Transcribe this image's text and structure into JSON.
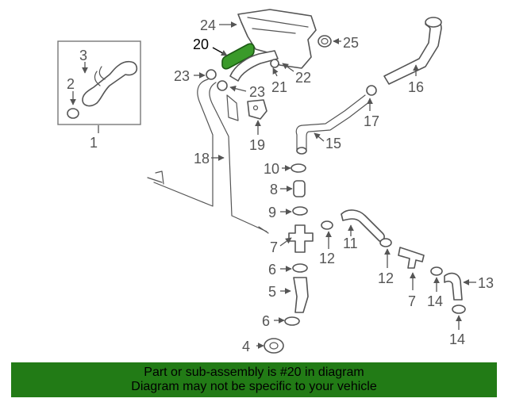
{
  "callouts": {
    "c1": "1",
    "c2": "2",
    "c3": "3",
    "c4": "4",
    "c5": "5",
    "c6a": "6",
    "c6b": "6",
    "c7a": "7",
    "c7b": "7",
    "c8": "8",
    "c9": "9",
    "c10": "10",
    "c11": "11",
    "c12a": "12",
    "c12b": "12",
    "c13": "13",
    "c14a": "14",
    "c14b": "14",
    "c15": "15",
    "c16": "16",
    "c17": "17",
    "c18": "18",
    "c19": "19",
    "c20": "20",
    "c21": "21",
    "c22": "22",
    "c23a": "23",
    "c23b": "23",
    "c24": "24",
    "c25": "25"
  },
  "highlight": {
    "part_number": "20",
    "color": "#3a9a2a"
  },
  "banner": {
    "line1": "Part or sub-assembly is #20 in diagram",
    "line2": "Diagram may not be specific to your vehicle",
    "background": "#227b16"
  }
}
